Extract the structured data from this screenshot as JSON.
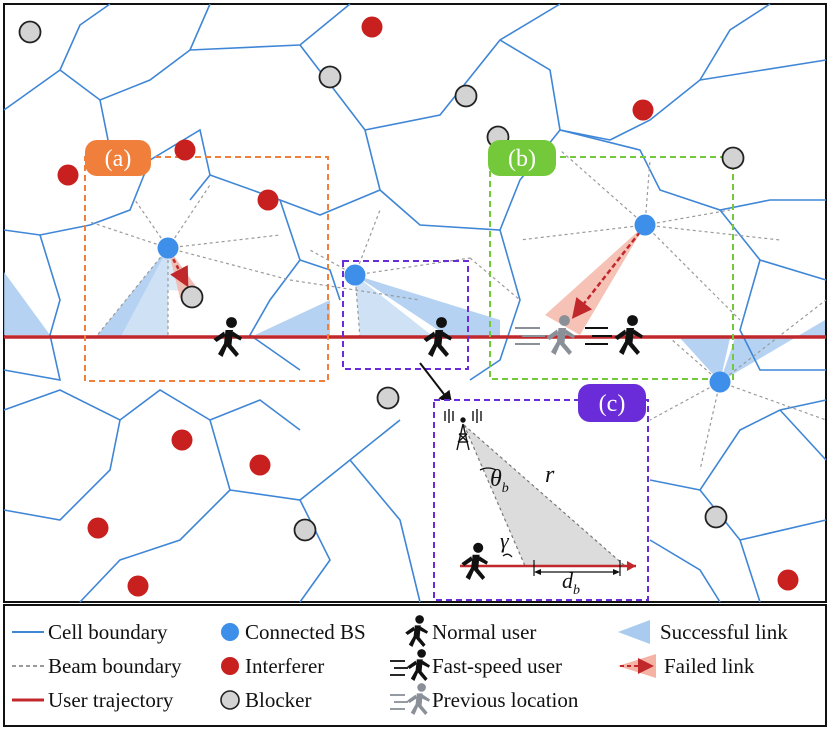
{
  "panels": {
    "a": {
      "tag": "(a)",
      "tag_color": "#F07F3C",
      "frame_color": "#F07F3C"
    },
    "b": {
      "tag": "(b)",
      "tag_color": "#74C93B",
      "frame_color": "#74C93B"
    },
    "c": {
      "tag": "(c)",
      "tag_color": "#6A2BD9",
      "frame_color": "#6A2BD9"
    }
  },
  "math_labels": {
    "theta": "θ",
    "theta_sub": "b",
    "r": "r",
    "gamma": "γ",
    "d": "d",
    "d_sub": "b"
  },
  "legend": {
    "cell_boundary": "Cell boundary",
    "beam_boundary": "Beam boundary",
    "user_trajectory": "User trajectory",
    "connected_bs": "Connected BS",
    "interferer": "Interferer",
    "blocker": "Blocker",
    "normal_user": "Normal user",
    "fast_speed_user": "Fast-speed user",
    "previous_location": "Previous location",
    "successful_link": "Successful link",
    "failed_link": "Failed link"
  },
  "colors": {
    "cell_boundary": "#3F86D6",
    "beam_boundary": "#9A9A9A",
    "trajectory": "#C0282B",
    "connected_bs": "#3D8FEA",
    "interferer": "#C8201E",
    "blocker": "#D3D3D3",
    "successful_link": "#A9CBF0",
    "failed_link": "#F4B3A4"
  }
}
